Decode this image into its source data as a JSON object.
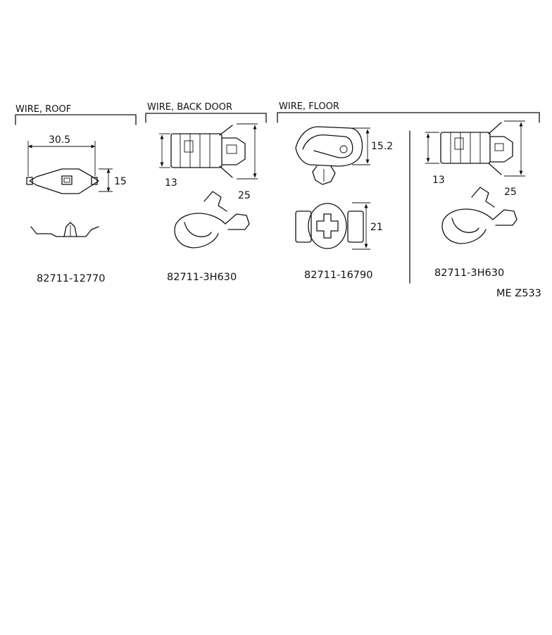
{
  "groups": [
    {
      "heading": "WIRE, ROOF"
    },
    {
      "heading": "WIRE, BACK DOOR"
    },
    {
      "heading": "WIRE, FLOOR"
    }
  ],
  "parts": [
    {
      "part_number": "82711-12770",
      "dims": [
        "30.5",
        "15"
      ]
    },
    {
      "part_number": "82711-3H630",
      "dims": [
        "13",
        "25"
      ]
    },
    {
      "part_number": "82711-16790",
      "dims": [
        "15.2",
        "21"
      ]
    },
    {
      "part_number": "82711-3H630",
      "dims": [
        "13",
        "25"
      ]
    }
  ],
  "footer_code": "ME Z533"
}
